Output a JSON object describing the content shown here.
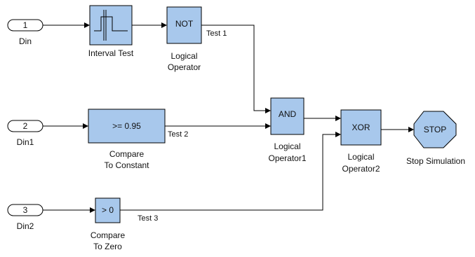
{
  "inports": [
    {
      "number": "1",
      "label": "Din"
    },
    {
      "number": "2",
      "label": "Din1"
    },
    {
      "number": "3",
      "label": "Din2"
    }
  ],
  "blocks": {
    "interval_test": {
      "label": "Interval Test"
    },
    "not_op": {
      "text": "NOT",
      "label": [
        "Logical",
        "Operator"
      ]
    },
    "compare_const": {
      "text": ">= 0.95",
      "label": [
        "Compare",
        "To Constant"
      ]
    },
    "compare_zero": {
      "text": "> 0",
      "label": [
        "Compare",
        "To Zero"
      ]
    },
    "and_op": {
      "text": "AND",
      "label": [
        "Logical",
        "Operator1"
      ]
    },
    "xor_op": {
      "text": "XOR",
      "label": [
        "Logical",
        "Operator2"
      ]
    },
    "stop": {
      "text": "STOP",
      "label": "Stop Simulation"
    }
  },
  "signals": {
    "test1": "Test 1",
    "test2": "Test 2",
    "test3": "Test 3"
  },
  "colors": {
    "block_fill": "#a8c8ec",
    "line": "#000000",
    "background": "#ffffff"
  }
}
